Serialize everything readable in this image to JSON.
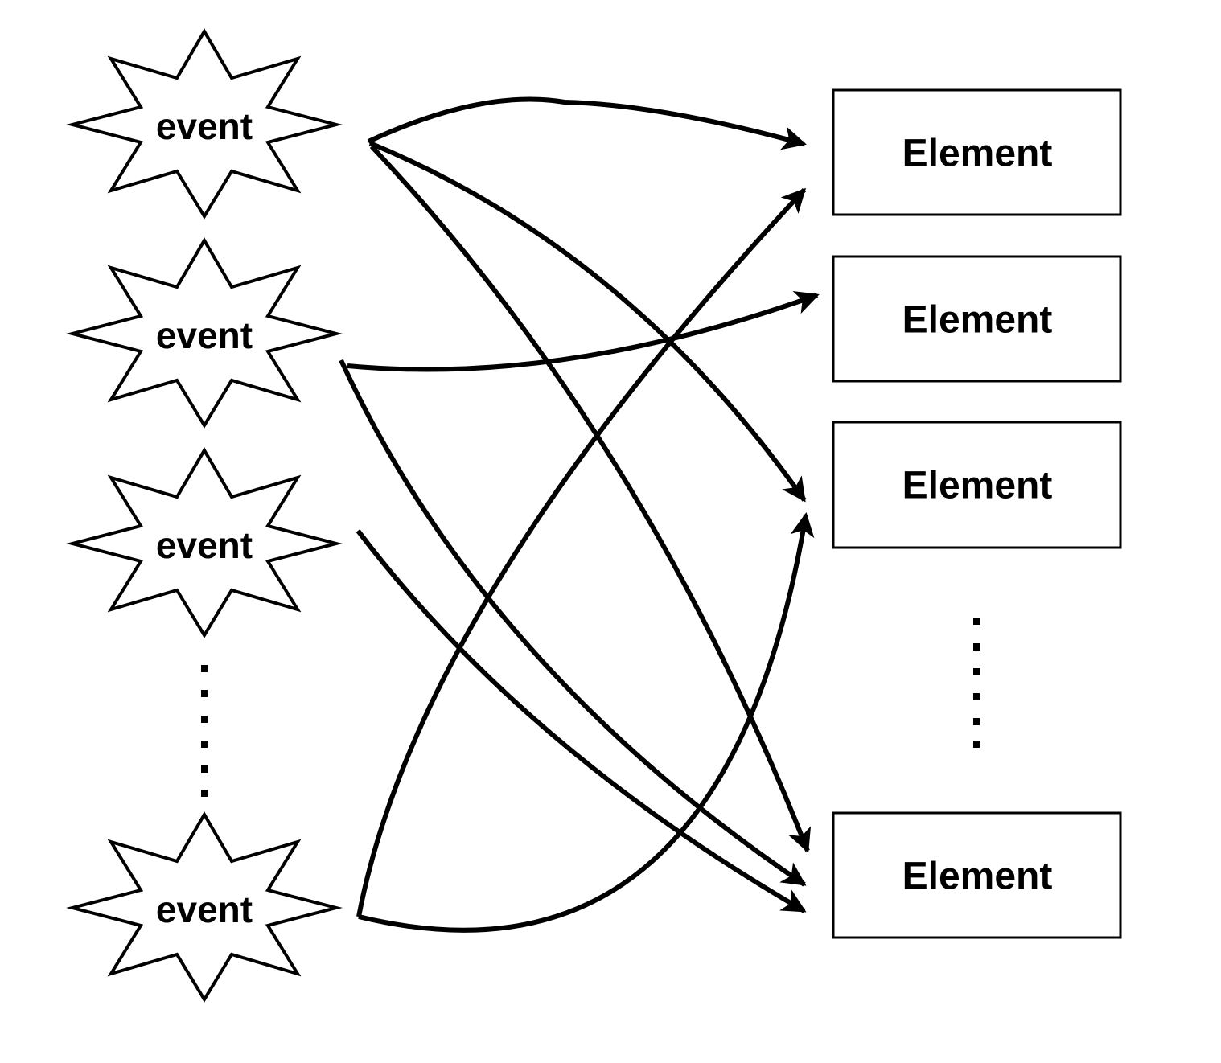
{
  "diagram": {
    "events": [
      {
        "label": "event"
      },
      {
        "label": "event"
      },
      {
        "label": "event"
      },
      {
        "label": "event"
      }
    ],
    "elements": [
      {
        "label": "Element"
      },
      {
        "label": "Element"
      },
      {
        "label": "Element"
      },
      {
        "label": "Element"
      }
    ],
    "edges": [
      {
        "from": 0,
        "to": 0
      },
      {
        "from": 0,
        "to": 2
      },
      {
        "from": 0,
        "to": 3
      },
      {
        "from": 1,
        "to": 1
      },
      {
        "from": 1,
        "to": 3
      },
      {
        "from": 2,
        "to": 3
      },
      {
        "from": 3,
        "to": 0
      },
      {
        "from": 3,
        "to": 2
      }
    ],
    "ellipsis_between_events_2_3": true,
    "ellipsis_between_elements_2_3": true,
    "colors": {
      "stroke": "#000000",
      "fill": "#ffffff"
    }
  }
}
